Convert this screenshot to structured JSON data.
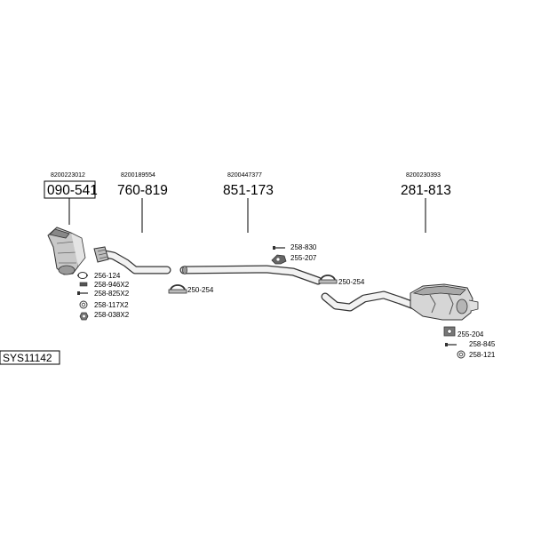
{
  "system_code": "SYS11142",
  "main_parts": [
    {
      "oem": "8200223012",
      "part_number": "090-541",
      "boxed": true
    },
    {
      "oem": "8200189554",
      "part_number": "760-819"
    },
    {
      "oem": "8200447377",
      "part_number": "851-173"
    },
    {
      "oem": "8200230393",
      "part_number": "281-813"
    }
  ],
  "accessories": {
    "catalyst_group": [
      "256-124",
      "258-946X2",
      "258-825X2",
      "258-117X2",
      "258-038X2"
    ],
    "clamp_left": "250-254",
    "mid_group": [
      "258-830",
      "255-207"
    ],
    "clamp_right": "250-254",
    "rear_group": [
      "255-204",
      "258-845",
      "258-121"
    ]
  },
  "colors": {
    "line": "#000000",
    "pipe_fill": "#f2f2f2",
    "part_fill": "#d6d6d6",
    "part_dark": "#555555"
  }
}
